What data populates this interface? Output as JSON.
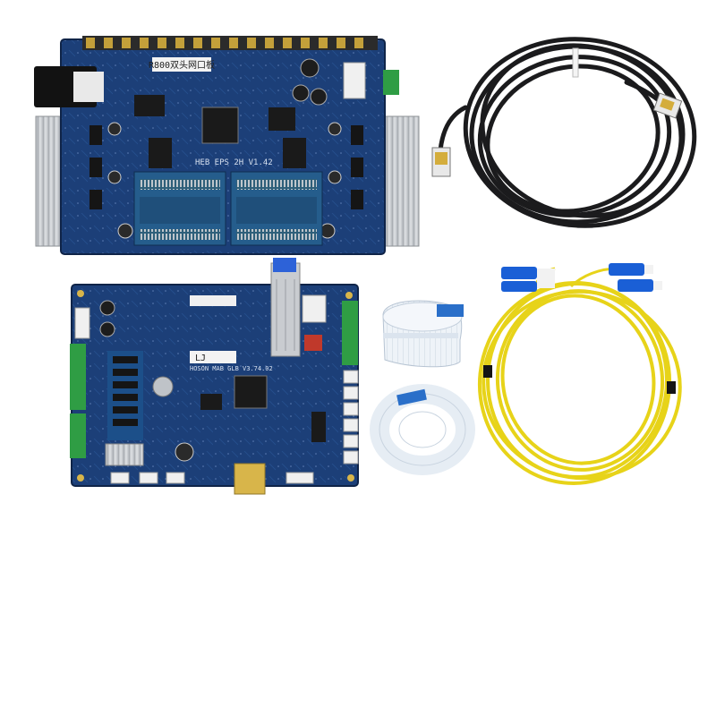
{
  "head_board": {
    "sticker_text": "R800双头网口板",
    "silk_model": "HEB EPS 2H V1.42"
  },
  "main_board": {
    "sticker_text": "LJ",
    "silk_model": "HOSON MAB GLB V3.74.02"
  },
  "colors": {
    "pcb_blue": "#1c3f78",
    "pcb_dark": "#13305e",
    "heatsink": "#c9ccd0",
    "gold": "#d8b54a",
    "fiber_yellow": "#e7d319",
    "fiber_blue": "#1a5fd6",
    "cable_black": "#1b1b1d",
    "ffc_white": "#eef3f8",
    "ffc_blue": "#2a6fc9"
  }
}
